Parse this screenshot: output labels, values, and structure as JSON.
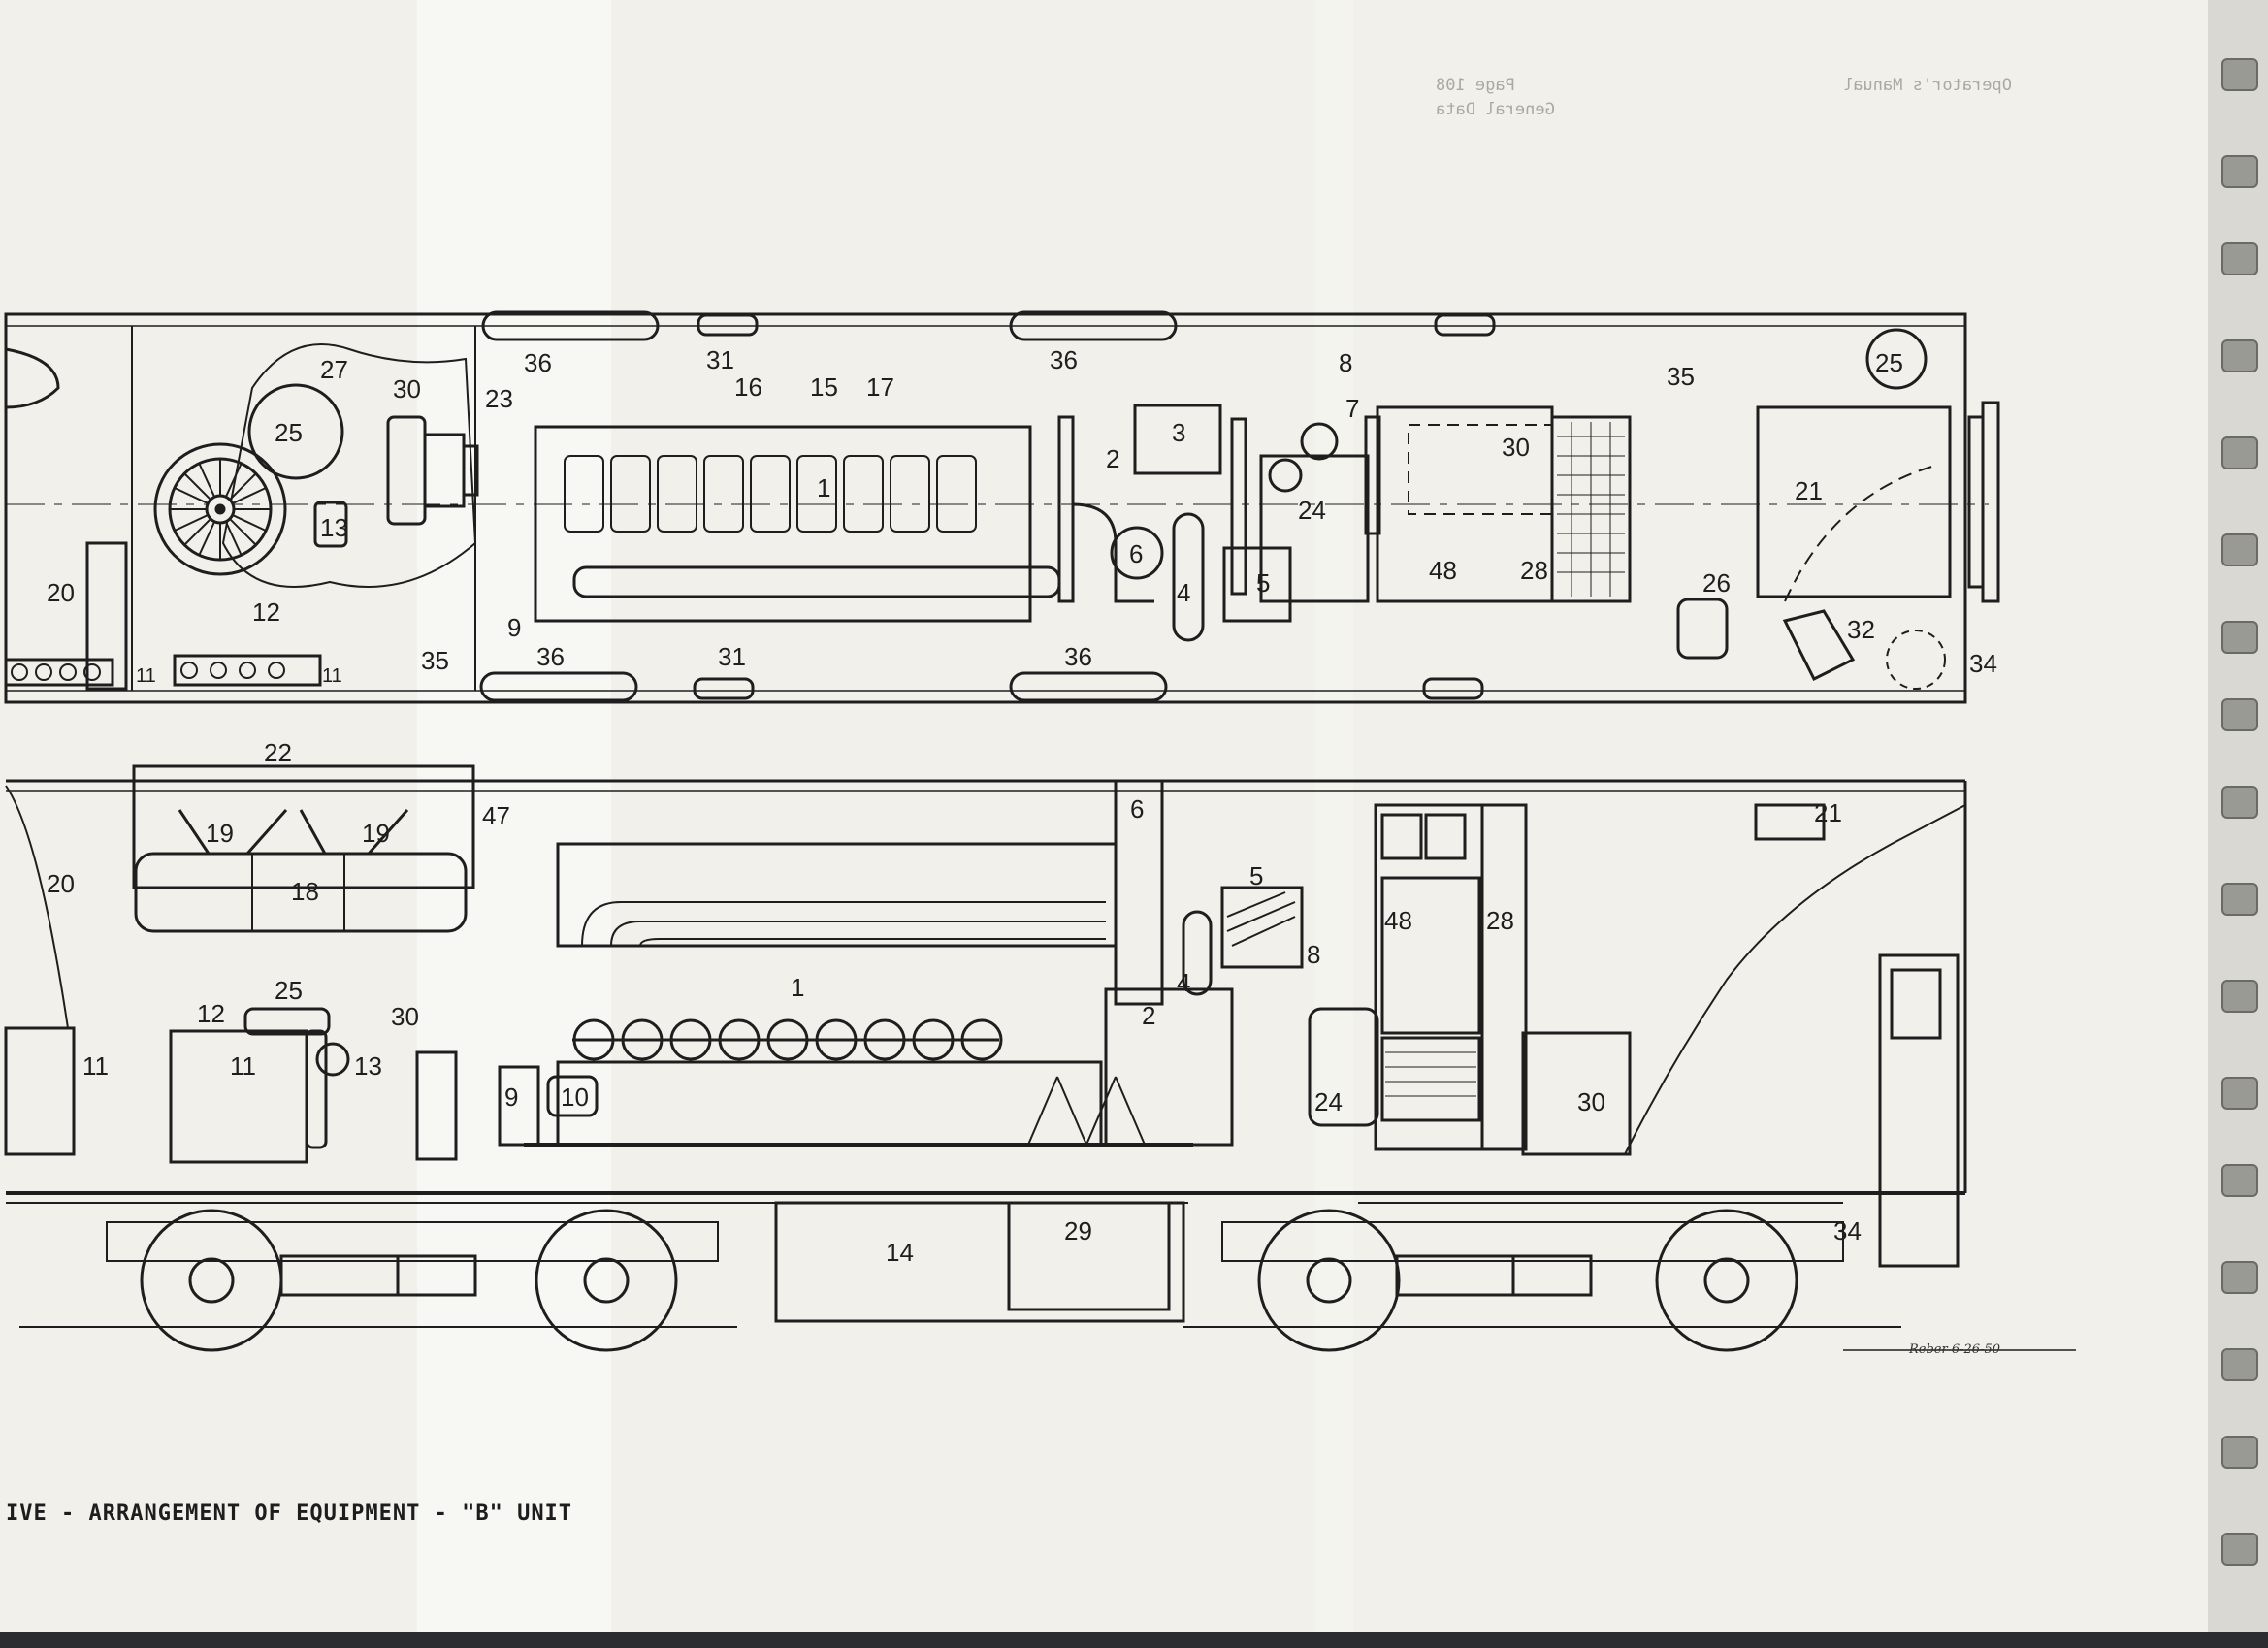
{
  "caption": "IVE - ARRANGEMENT OF EQUIPMENT - \"B\" UNIT",
  "signature": "Reber 6-26-50",
  "bleed_text": [
    "Operator's Manual",
    "Page 108",
    "General Data"
  ],
  "plan_view_callouts": [
    "27",
    "30",
    "25",
    "13",
    "12",
    "20",
    "11",
    "11",
    "35",
    "36",
    "36",
    "31",
    "31",
    "36",
    "36",
    "23",
    "16",
    "15",
    "17",
    "1",
    "9",
    "3",
    "2",
    "6",
    "4",
    "5",
    "8",
    "7",
    "24",
    "30",
    "48",
    "28",
    "35",
    "25",
    "21",
    "26",
    "32",
    "34"
  ],
  "elevation_view_callouts": [
    "22",
    "19",
    "19",
    "47",
    "18",
    "20",
    "6",
    "5",
    "48",
    "28",
    "21",
    "25",
    "12",
    "1",
    "8",
    "4",
    "2",
    "30",
    "11",
    "11",
    "13",
    "9",
    "10",
    "24",
    "30",
    "14",
    "29",
    "34"
  ],
  "colors": {
    "paper": "#f1f0ea",
    "ink": "#1e1e1e",
    "binder": "#d9d8d2"
  }
}
